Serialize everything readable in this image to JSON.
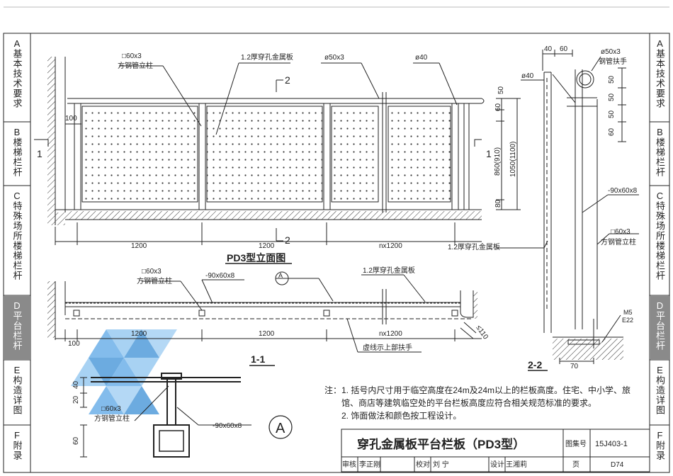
{
  "header_line": "",
  "side_tabs": [
    {
      "letter": "A",
      "name": "基本技术要求",
      "active": false
    },
    {
      "letter": "B",
      "name": "楼梯栏杆",
      "active": false
    },
    {
      "letter": "C",
      "name": "特殊场所楼梯栏杆",
      "active": false
    },
    {
      "letter": "D",
      "name": "平台栏杆",
      "active": true
    },
    {
      "letter": "E",
      "name": "构造详图",
      "active": false
    },
    {
      "letter": "F",
      "name": "附录",
      "active": false
    }
  ],
  "elevation": {
    "title": "PD3型立面图",
    "label_post": [
      "□60x3",
      "方钢管立柱"
    ],
    "label_panel": "1.2厚穿孔金属板",
    "label_rail": "ø50x3",
    "label_rail2": "ø40",
    "dims_bottom": [
      "1200",
      "1200",
      "nx1200"
    ],
    "dims_right": [
      "50",
      "60",
      "860(910)",
      "1050(1100)",
      "80"
    ],
    "left_100": "100",
    "section_marks": [
      "1",
      "1",
      "2",
      "2"
    ]
  },
  "plan": {
    "title": "1-1",
    "label_post": [
      "□60x3",
      "方钢管立柱"
    ],
    "label_plate": "-90x60x8",
    "label_panel": "1.2厚穿孔金属板",
    "callout": "A",
    "dims": [
      "100",
      "1200",
      "1200",
      "nx1200"
    ],
    "dim_110": "≤110",
    "dashed_note": "虚线示上部扶手"
  },
  "section22": {
    "title": "2-2",
    "dims_top": [
      "40",
      "60"
    ],
    "label_tube": [
      "ø50x3",
      "钢管扶手"
    ],
    "label_40": "ø40",
    "dims_right": [
      "50",
      "50",
      "50",
      "60"
    ],
    "label_plate": "-90x60x8",
    "label_post": [
      "□60x3",
      "方钢管立柱"
    ],
    "label_panel": "1.2厚穿孔金属板",
    "bolt": [
      "M5",
      "E22"
    ],
    "dim_70": "70"
  },
  "detail_a": {
    "callout": "A",
    "label_post": [
      "□60x3",
      "方钢管立柱"
    ],
    "label_plate": "-90x60x8",
    "dims": [
      "40",
      "20",
      "60"
    ]
  },
  "notes": {
    "lead": "注：",
    "items": [
      "1. 括号内尺寸用于临空高度在24m及24m以上的栏板高度。住宅、中小学、旅馆、商店等建筑临空处的平台栏板高度应符合相关规范标准的要求。",
      "2. 饰面做法和颜色按工程设计。"
    ]
  },
  "title_block": {
    "title": "穿孔金属板平台栏板（PD3型）",
    "atlas_label": "图集号",
    "atlas_no": "15J403-1",
    "review_label": "审核",
    "reviewer": "李正刚",
    "check_label": "校对",
    "checker": "刘  宁",
    "design_label": "设计",
    "designer": "王湘莉",
    "page_label": "页",
    "page_no": "D74"
  },
  "colors": {
    "ink": "#222222",
    "tab_active": "#8a8a8a",
    "watermark": "#3b8fd6"
  }
}
